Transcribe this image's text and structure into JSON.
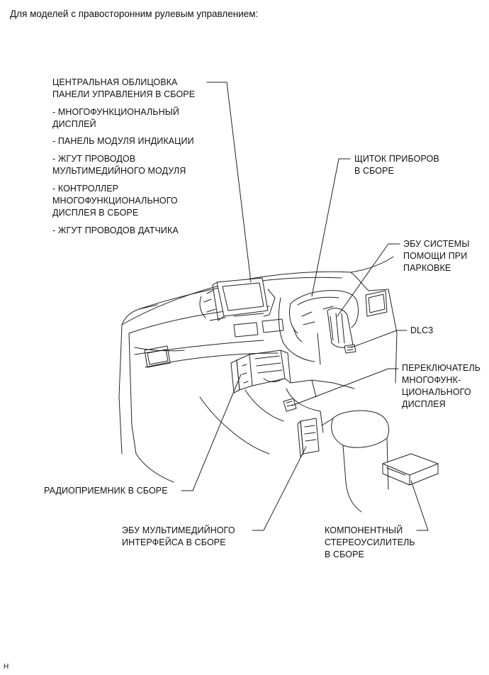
{
  "heading": "Для моделей с правосторонним рулевым управлением:",
  "labels": {
    "center_panel": [
      "ЦЕНТРАЛЬНАЯ ОБЛИЦОВКА",
      "ПАНЕЛИ УПРАВЛЕНИЯ В СБОРЕ"
    ],
    "sub_items": [
      [
        "- МНОГОФУНКЦИОНАЛЬНЫЙ",
        "ДИСПЛЕЙ"
      ],
      [
        "- ПАНЕЛЬ МОДУЛЯ ИНДИКАЦИИ"
      ],
      [
        "- ЖГУТ ПРОВОДОВ",
        "МУЛЬТИМЕДИЙНОГО МОДУЛЯ"
      ],
      [
        "- КОНТРОЛЛЕР",
        "МНОГОФУНКЦИОНАЛЬНОГО",
        "ДИСПЛЕЯ В СБОРЕ"
      ],
      [
        "- ЖГУТ ПРОВОДОВ ДАТЧИКА"
      ]
    ],
    "instrument_cluster": [
      "ЩИТОК ПРИБОРОВ",
      "В СБОРЕ"
    ],
    "parking_ecu": [
      "ЭБУ СИСТЕМЫ",
      "ПОМОЩИ ПРИ",
      "ПАРКОВКЕ"
    ],
    "dlc3": [
      "DLC3"
    ],
    "display_switch": [
      "ПЕРЕКЛЮЧАТЕЛЬ",
      "МНОГОФУНК-",
      "ЦИОНАЛЬНОГО",
      "ДИСПЛЕЯ"
    ],
    "radio_receiver": [
      "РАДИОПРИЕМНИК В СБОРЕ"
    ],
    "multimedia_ecu": [
      "ЭБУ МУЛЬТИМЕДИЙНОГО",
      "ИНТЕРФЕЙСА В СБОРЕ"
    ],
    "stereo_amplifier": [
      "КОМПОНЕНТНЫЙ",
      "СТЕРЕОУСИЛИТЕЛЬ",
      "В СБОРЕ"
    ]
  },
  "footer_code": "H"
}
